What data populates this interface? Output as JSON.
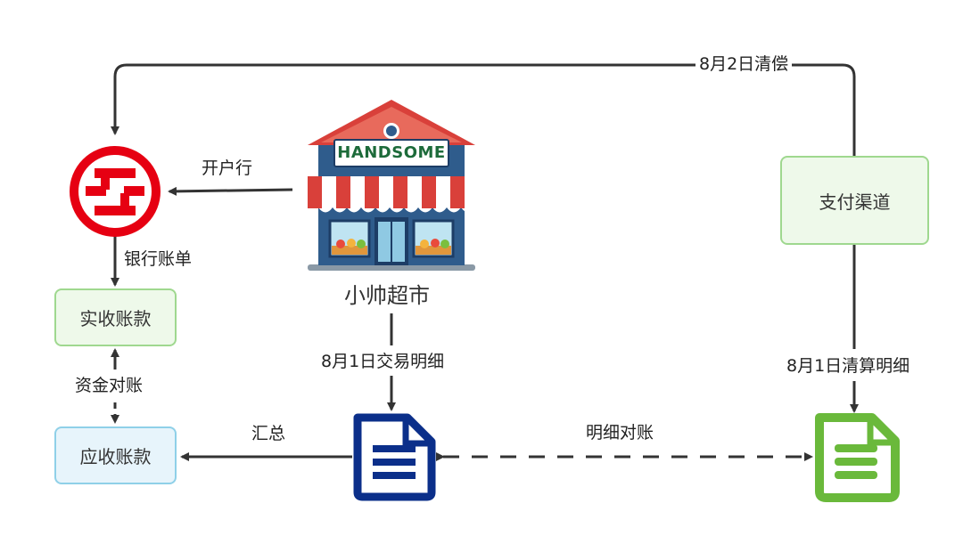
{
  "colors": {
    "line": "#333333",
    "green_box_fill": "#eef9ea",
    "green_box_border": "#9fd88f",
    "blue_box_fill": "#e7f4fb",
    "blue_box_border": "#8fd0e8",
    "bank_red": "#e60012",
    "doc_navy": "#0b2f8a",
    "doc_green": "#6ab93b",
    "store_roof": "#d9403a",
    "store_wall": "#2f5c8c"
  },
  "icons": {
    "bank": "icbc-bank-logo-icon",
    "store": "storefront-icon",
    "doc_blue": "document-icon",
    "doc_green": "document-icon"
  },
  "store": {
    "sign_text": "HANDSOME",
    "name": "小帅超市"
  },
  "nodes": {
    "payment_channel": "支付渠道",
    "received_funds": "实收账款",
    "receivables": "应收账款"
  },
  "edges": {
    "settlement": "8月2日清偿",
    "opening_bank": "开户行",
    "bank_statement": "银行账单",
    "fund_reconciliation": "资金对账",
    "transaction_detail": "8月1日交易明细",
    "clearing_detail": "8月1日清算明细",
    "summary": "汇总",
    "detail_reconciliation": "明细对账"
  }
}
